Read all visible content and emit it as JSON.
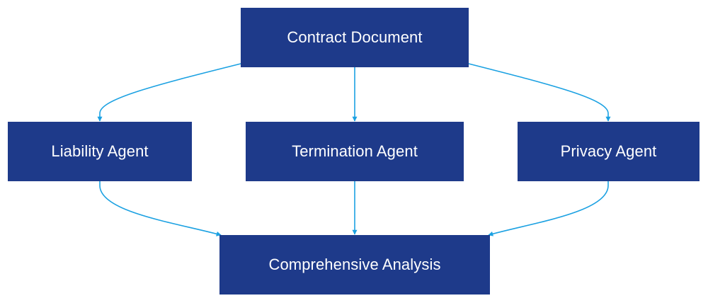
{
  "colors": {
    "node_fill": "#1e3a8a",
    "node_text": "#ffffff",
    "edge": "#1ba1e2"
  },
  "nodes": {
    "contract": "Contract Document",
    "liability": "Liability Agent",
    "termination": "Termination Agent",
    "privacy": "Privacy Agent",
    "analysis": "Comprehensive Analysis"
  },
  "edges": [
    {
      "from": "contract",
      "to": "liability"
    },
    {
      "from": "contract",
      "to": "termination"
    },
    {
      "from": "contract",
      "to": "privacy"
    },
    {
      "from": "liability",
      "to": "analysis"
    },
    {
      "from": "termination",
      "to": "analysis"
    },
    {
      "from": "privacy",
      "to": "analysis"
    }
  ]
}
